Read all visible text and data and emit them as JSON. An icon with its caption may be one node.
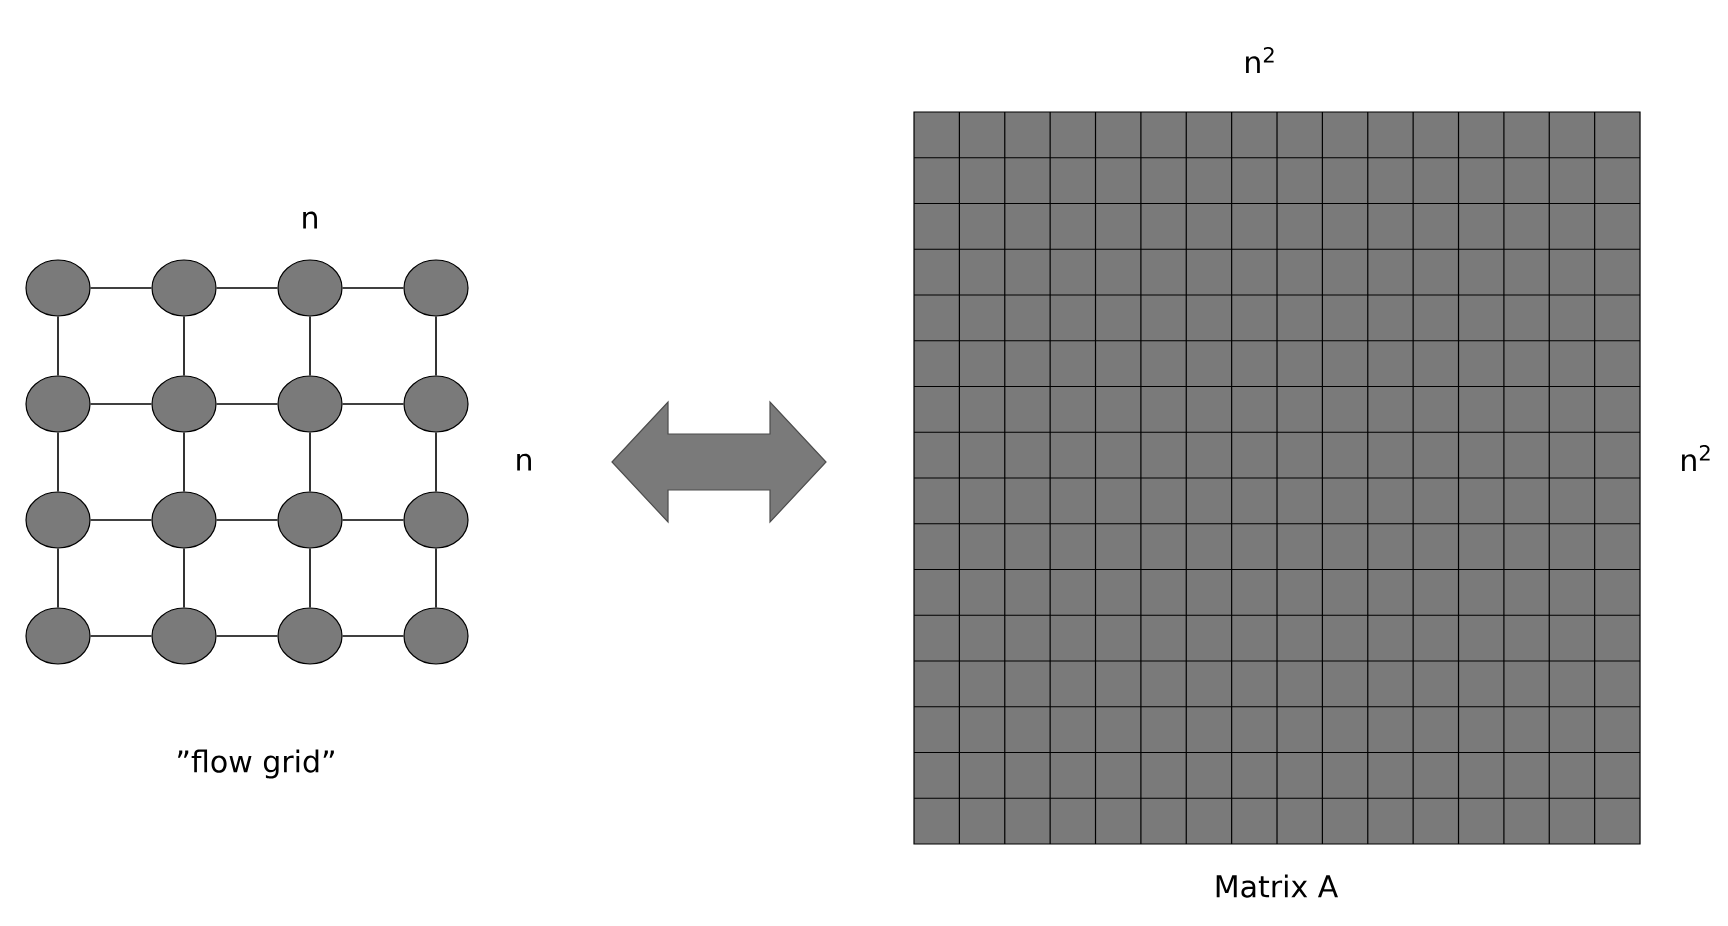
{
  "diagram": {
    "nodes": [
      {
        "text": [],
        "shape": "circle"
      },
      {
        "text": [],
        "shape": "circle"
      },
      {
        "text": [],
        "shape": "circle"
      },
      {
        "text": [],
        "shape": "circle"
      },
      {
        "text": [],
        "shape": "circle"
      },
      {
        "text": [],
        "shape": "circle"
      },
      {
        "text": [],
        "shape": "circle"
      },
      {
        "text": [],
        "shape": "circle"
      },
      {
        "text": [],
        "shape": "circle"
      },
      {
        "text": [],
        "shape": "circle"
      },
      {
        "text": [],
        "shape": "circle"
      },
      {
        "text": [],
        "shape": "circle"
      },
      {
        "text": [],
        "shape": "circle"
      },
      {
        "text": [],
        "shape": "circle"
      },
      {
        "text": [],
        "shape": "circle"
      },
      {
        "text": [],
        "shape": "circle"
      }
    ],
    "edges": [
      {
        "from": 0,
        "to": 1,
        "arrow": "none"
      },
      {
        "from": 1,
        "to": 2,
        "arrow": "none"
      },
      {
        "from": 2,
        "to": 3,
        "arrow": "none"
      },
      {
        "from": 4,
        "to": 5,
        "arrow": "none"
      },
      {
        "from": 5,
        "to": 6,
        "arrow": "none"
      },
      {
        "from": 6,
        "to": 7,
        "arrow": "none"
      },
      {
        "from": 8,
        "to": 9,
        "arrow": "none"
      },
      {
        "from": 9,
        "to": 10,
        "arrow": "none"
      },
      {
        "from": 10,
        "to": 11,
        "arrow": "none"
      },
      {
        "from": 12,
        "to": 13,
        "arrow": "none"
      },
      {
        "from": 13,
        "to": 14,
        "arrow": "none"
      },
      {
        "from": 14,
        "to": 15,
        "arrow": "none"
      },
      {
        "from": 0,
        "to": 4,
        "arrow": "none"
      },
      {
        "from": 4,
        "to": 8,
        "arrow": "none"
      },
      {
        "from": 8,
        "to": 12,
        "arrow": "none"
      },
      {
        "from": 1,
        "to": 5,
        "arrow": "none"
      },
      {
        "from": 5,
        "to": 9,
        "arrow": "none"
      },
      {
        "from": 9,
        "to": 13,
        "arrow": "none"
      },
      {
        "from": 2,
        "to": 6,
        "arrow": "none"
      },
      {
        "from": 6,
        "to": 10,
        "arrow": "none"
      },
      {
        "from": 10,
        "to": 14,
        "arrow": "none"
      },
      {
        "from": 3,
        "to": 7,
        "arrow": "none"
      },
      {
        "from": 7,
        "to": 11,
        "arrow": "none"
      },
      {
        "from": 11,
        "to": 15,
        "arrow": "none"
      }
    ],
    "labels": [
      "n",
      "n",
      "”flow grid”",
      "n$^{2}$",
      "n$^{2}$",
      "Matrix A"
    ]
  }
}
